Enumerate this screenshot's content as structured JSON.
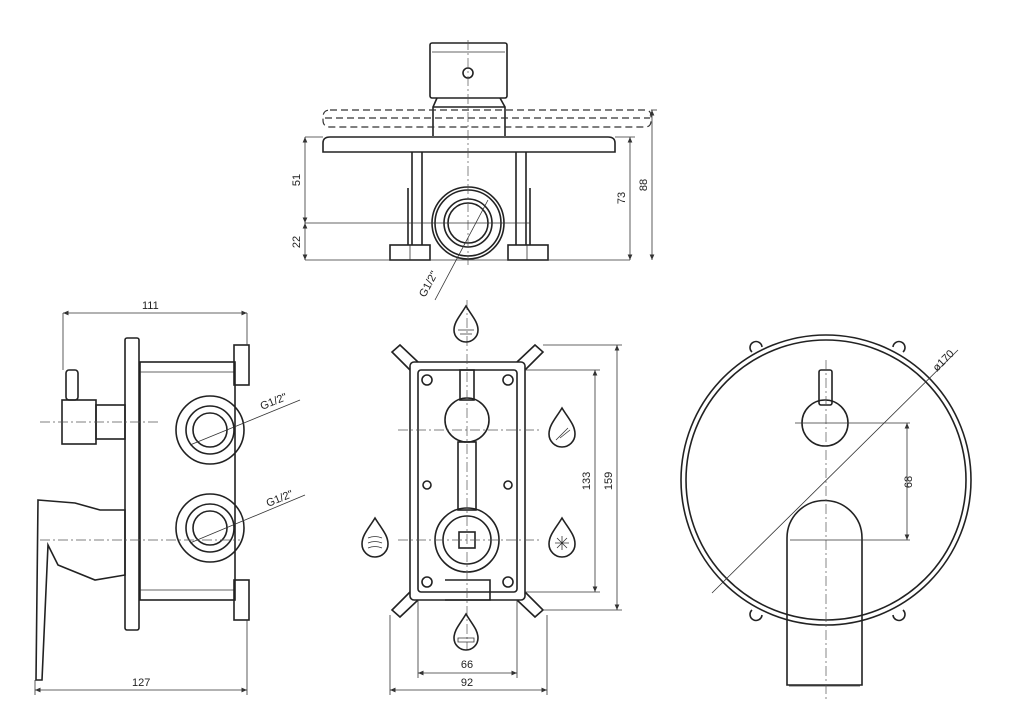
{
  "title": "Concealed shower mixer with diverter - dimension drawing",
  "top_view": {
    "dims": {
      "height_lower": "51",
      "height_inlet": "22",
      "depth_plate": "73",
      "depth_total": "88"
    },
    "thread": "G1/2\""
  },
  "side_view": {
    "dims": {
      "body_depth": "111",
      "total_depth": "127"
    },
    "threads": [
      "G1/2\"",
      "G1/2\""
    ]
  },
  "front_box": {
    "dims": {
      "inner_height": "133",
      "outer_height": "159",
      "inner_width": "66",
      "outer_width": "92"
    },
    "icons": [
      "shower-head-icon",
      "hand-shower-icon",
      "hot-water-icon",
      "cold-water-icon",
      "bath-spout-icon"
    ]
  },
  "front_view": {
    "dims": {
      "axis_distance": "68",
      "plate_diameter": "ø170"
    }
  },
  "colors": {
    "line": "#222222",
    "background": "#ffffff"
  }
}
